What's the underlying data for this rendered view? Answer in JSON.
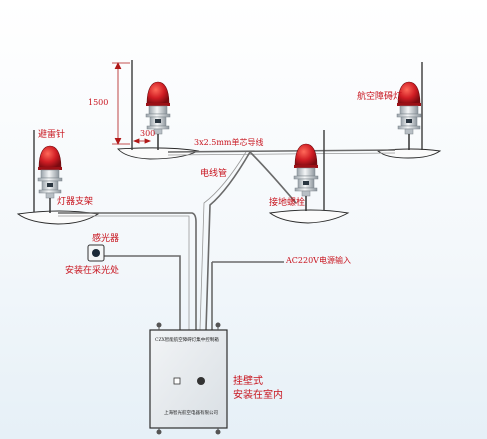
{
  "labels": {
    "lightning_rod": "避雷针",
    "aviation_light": "航空障碍灯",
    "lamp_bracket": "灯器支架",
    "cable": "3x2.5mm单芯导线",
    "conduit": "电线管",
    "ground_bolt": "接地螺栓",
    "photosensor": "感光器",
    "photosensor_note": "安装在采光处",
    "power_input": "AC220V电源输入",
    "mount_style": "挂壁式",
    "mount_location": "安装在室内",
    "height_dim": "1500",
    "spacing_dim": "300"
  },
  "control_box": {
    "title": "CZX智能航空障碍灯集中控制箱",
    "maker": "上海智光航空电器有限公司"
  },
  "colors": {
    "lamp_red": "#c8141e",
    "label_red": "#c8141e",
    "wire": "#6a6a6a",
    "box_fill": "#e9edf0"
  }
}
